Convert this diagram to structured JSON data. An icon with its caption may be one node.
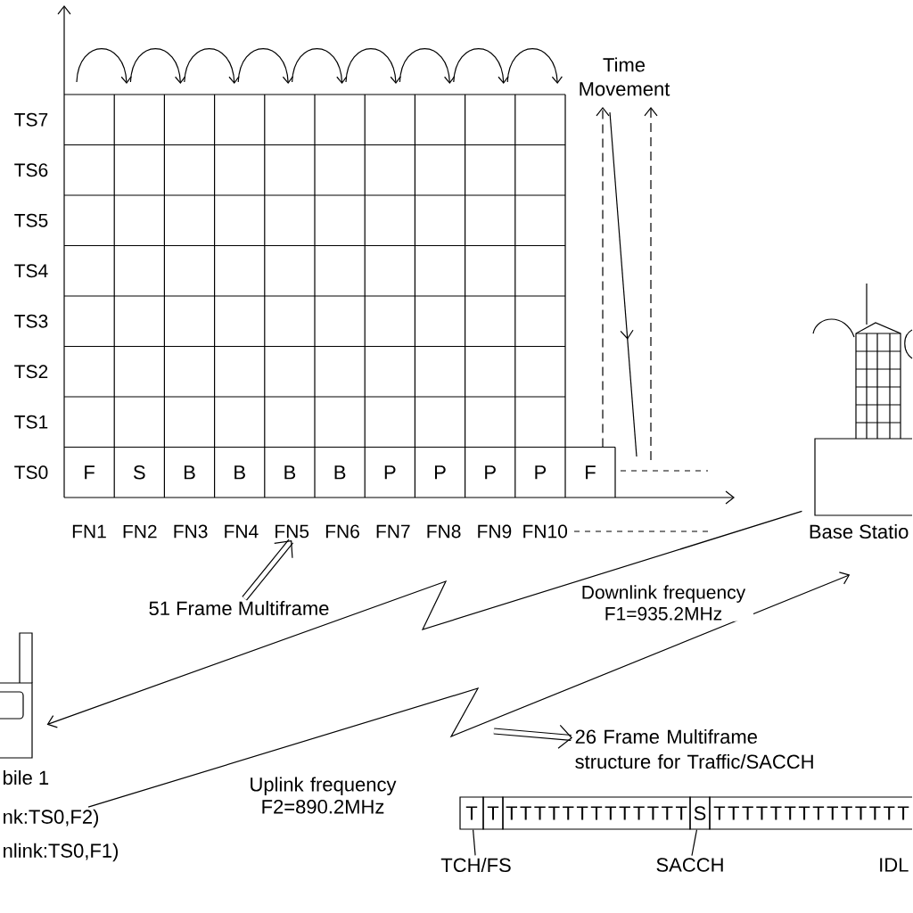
{
  "diagram": {
    "nodes": [
      {
        "text": [
          "Base Statio"
        ]
      },
      {
        "text": [
          "FN5"
        ]
      },
      {
        "text": [
          "51 Frame Multiframe"
        ]
      },
      {
        "text": [
          "bile 1"
        ]
      },
      {
        "text": [
          "26 Frame Multiframe structure for Traffic/SACCH"
        ]
      },
      {
        "text": [
          "nk:TS0,F2)"
        ]
      },
      {
        "text": [
          "T"
        ]
      },
      {
        "text": [
          "T"
        ]
      },
      {
        "text": [
          "TTTTTTTTTTTTT"
        ]
      },
      {
        "text": [
          "S"
        ]
      },
      {
        "text": [
          "TTTTTTTTTTTTTT"
        ]
      },
      {
        "text": [
          "TCH/FS"
        ]
      },
      {
        "text": [
          "SACCH"
        ]
      }
    ],
    "edges": [
      {
        "from": 0,
        "to": 3,
        "arrow": "to",
        "label": "Downlink frequency F1=935.2MHz"
      },
      {
        "from": 5,
        "to": 0,
        "arrow": "to",
        "label": "Uplink frequency F2=890.2MHz"
      },
      {
        "from": 2,
        "to": 1,
        "arrow": "to",
        "style": "thick"
      },
      {
        "from": null,
        "to": 4,
        "arrow": "to",
        "style": "thick"
      },
      {
        "from": 11,
        "to": 6,
        "arrow": "none"
      },
      {
        "from": 12,
        "to": 9,
        "arrow": "none"
      }
    ],
    "labels": [
      "Time Movement",
      "TS7",
      "TS6",
      "TS5",
      "TS4",
      "TS3",
      "TS2",
      "TS1",
      "TS0",
      "F",
      "S",
      "B",
      "B",
      "B",
      "B",
      "P",
      "P",
      "P",
      "P",
      "F",
      "FN1",
      "FN2",
      "FN3",
      "FN4",
      "FN6",
      "FN7",
      "FN8",
      "FN9",
      "FN10",
      "nlink:TS0,F1)",
      "IDL"
    ]
  }
}
